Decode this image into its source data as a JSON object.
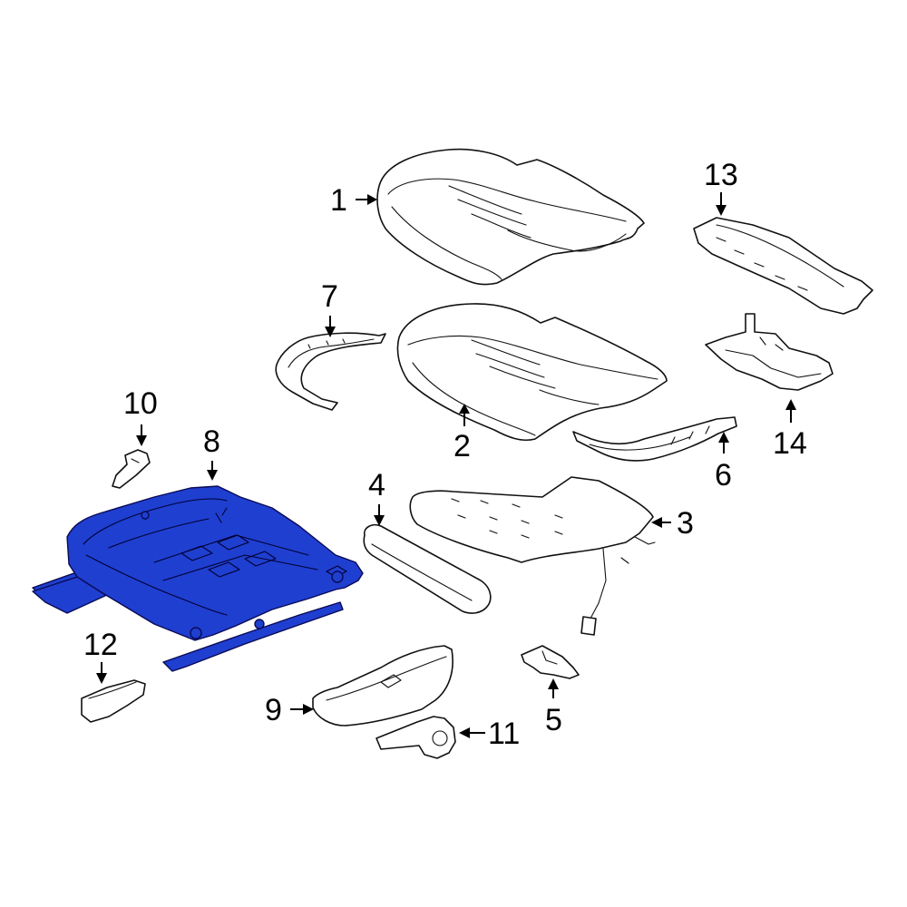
{
  "diagram": {
    "highlight_color": "#1f3fd0",
    "callouts": {
      "c1": "1",
      "c2": "2",
      "c3": "3",
      "c4": "4",
      "c5": "5",
      "c6": "6",
      "c7": "7",
      "c8": "8",
      "c9": "9",
      "c10": "10",
      "c11": "11",
      "c12": "12",
      "c13": "13",
      "c14": "14"
    }
  }
}
